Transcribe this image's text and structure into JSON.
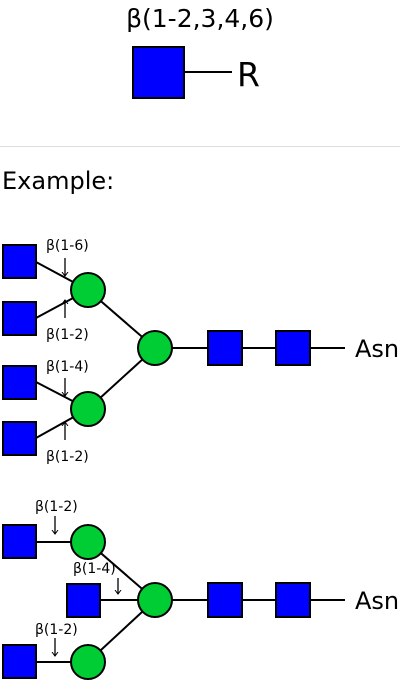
{
  "header": {
    "linkage": "β(1-2,3,4,6)",
    "residue": "R"
  },
  "example_label": "Example:",
  "colors": {
    "square_fill": "#0000ff",
    "circle_fill": "#00cc33",
    "stroke": "#000000"
  },
  "icons": {
    "square": "glcnac-square-icon",
    "circle": "mannose-circle-icon"
  },
  "example1": {
    "linkages": [
      "β(1-6)",
      "β(1-2)",
      "β(1-4)",
      "β(1-2)"
    ],
    "reducing_end": "Asn"
  },
  "example2": {
    "linkages": [
      "β(1-2)",
      "β(1-4)",
      "β(1-2)"
    ],
    "reducing_end": "Asn"
  }
}
